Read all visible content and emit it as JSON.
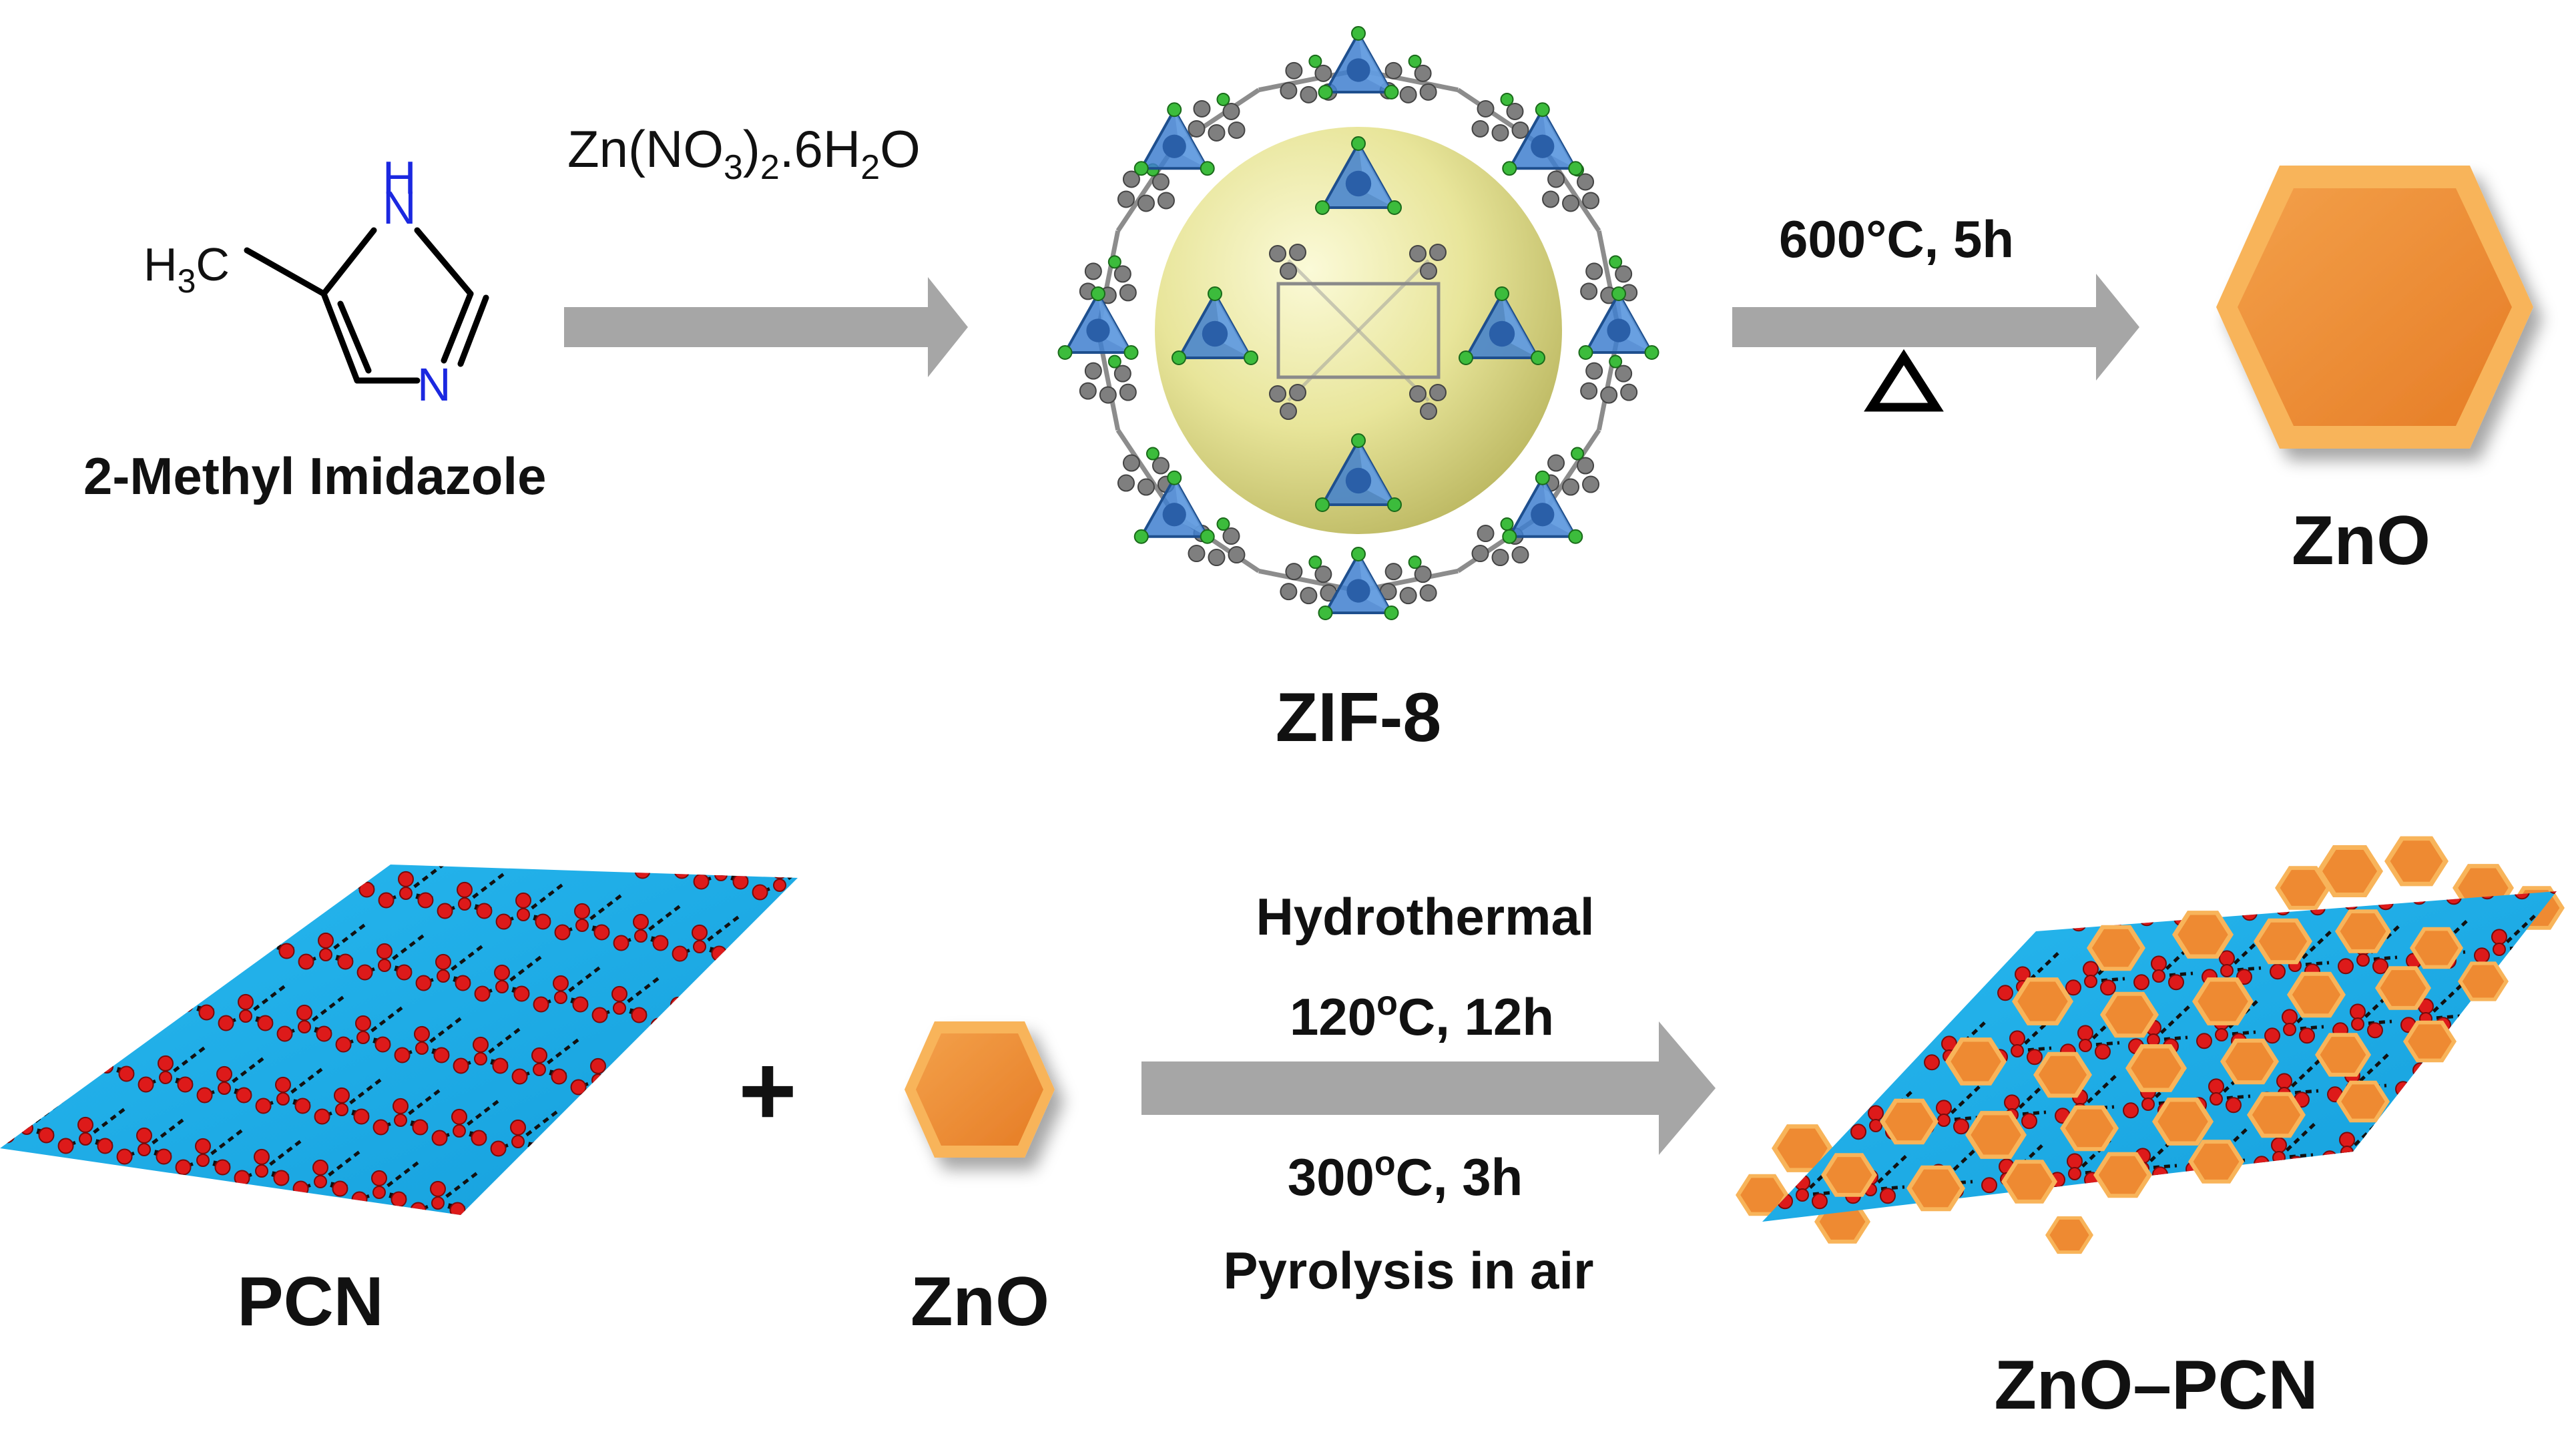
{
  "reaction1": {
    "reactant": {
      "name": "2-Methyl Imidazole",
      "methyl_main": "H",
      "methyl_sub": "3",
      "methyl_tail": "C",
      "nh_atom": "H",
      "n_top": "N",
      "n_bottom": "N"
    },
    "reagent": {
      "p1": "Zn(NO",
      "s1": "3",
      "p2": ")",
      "s2": "2",
      "p3": ".6H",
      "s3": "2",
      "p4": "O"
    },
    "product": {
      "name": "ZIF-8"
    }
  },
  "reaction2": {
    "condition": "600°C, 5h",
    "heat_symbol": "Δ",
    "product": {
      "name": "ZnO"
    }
  },
  "reaction3": {
    "reactant_a": {
      "name": "PCN"
    },
    "plus": "+",
    "reactant_b": {
      "name": "ZnO"
    },
    "step1_title": "Hydrothermal",
    "step1_temp": "120",
    "step1_deg": "o",
    "step1_rest": "C, 12h",
    "step2_temp": "300",
    "step2_deg": "o",
    "step2_rest": "C, 3h",
    "step2_title": "Pyrolysis in air",
    "product": {
      "name": "ZnO–PCN"
    }
  },
  "colors": {
    "arrow": "#a6a6a6",
    "zno": "#ee8a32",
    "zno_edge": "#f8b45a",
    "pcn_sheet": "#1eaee8",
    "pcn_node": "#dd1a1a",
    "zif_sphere": "#e8e59a",
    "zif_tetra": "#3f7fcf",
    "nitrogen": "#1b28e0"
  }
}
